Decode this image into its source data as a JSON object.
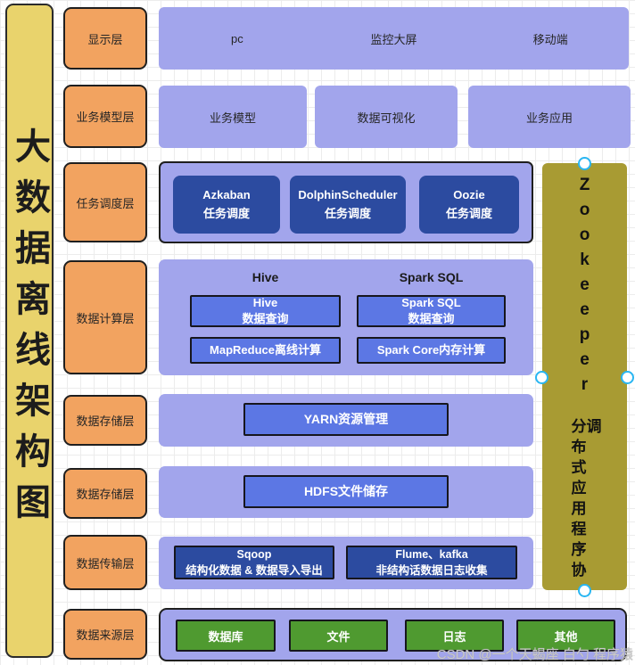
{
  "title_banner": {
    "text": "大数据离线架构图"
  },
  "watermark": "CSDN @一个天蝎座 白勺 程序猿",
  "zookeeper": {
    "name": "Zookeeper",
    "desc": "分布式应用程序协调"
  },
  "layers": {
    "display": {
      "label": "显示层",
      "items": [
        "pc",
        "监控大屏",
        "移动端"
      ]
    },
    "business": {
      "label": "业务模型层",
      "items": [
        "业务模型",
        "数据可视化",
        "业务应用"
      ]
    },
    "scheduling": {
      "label": "任务调度层",
      "items": [
        {
          "title": "Azkaban",
          "subtitle": "任务调度"
        },
        {
          "title": "DolphinScheduler",
          "subtitle": "任务调度"
        },
        {
          "title": "Oozie",
          "subtitle": "任务调度"
        }
      ]
    },
    "computing": {
      "label": "数据计算层",
      "headers": [
        "Hive",
        "Spark SQL"
      ],
      "items": [
        {
          "title": "Hive",
          "subtitle": "数据查询"
        },
        {
          "title": "Spark SQL",
          "subtitle": "数据查询"
        },
        {
          "title": "MapReduce离线计算"
        },
        {
          "title": "Spark Core内存计算"
        }
      ]
    },
    "storage_yarn": {
      "label": "数据存储层",
      "item": "YARN资源管理"
    },
    "storage_hdfs": {
      "label": "数据存储层",
      "item": "HDFS文件储存"
    },
    "transmission": {
      "label": "数据传输层",
      "items": [
        {
          "title": "Sqoop",
          "subtitle": "结构化数据 & 数据导入导出"
        },
        {
          "title": "Flume、kafka",
          "subtitle": "非结构话数据日志收集"
        }
      ]
    },
    "source": {
      "label": "数据来源层",
      "items": [
        "数据库",
        "文件",
        "日志",
        "其他"
      ]
    }
  },
  "colors": {
    "banner_yellow": "#e9d36c",
    "label_orange": "#f2a360",
    "container_purple": "#a2a5ec",
    "dark_blue": "#2c4ba0",
    "medium_blue": "#5c77e4",
    "green": "#4f9a30",
    "zookeeper_olive": "#a89b33",
    "selection_handle_blue": "#29b6f2",
    "border_dark": "#1f1f1f"
  }
}
